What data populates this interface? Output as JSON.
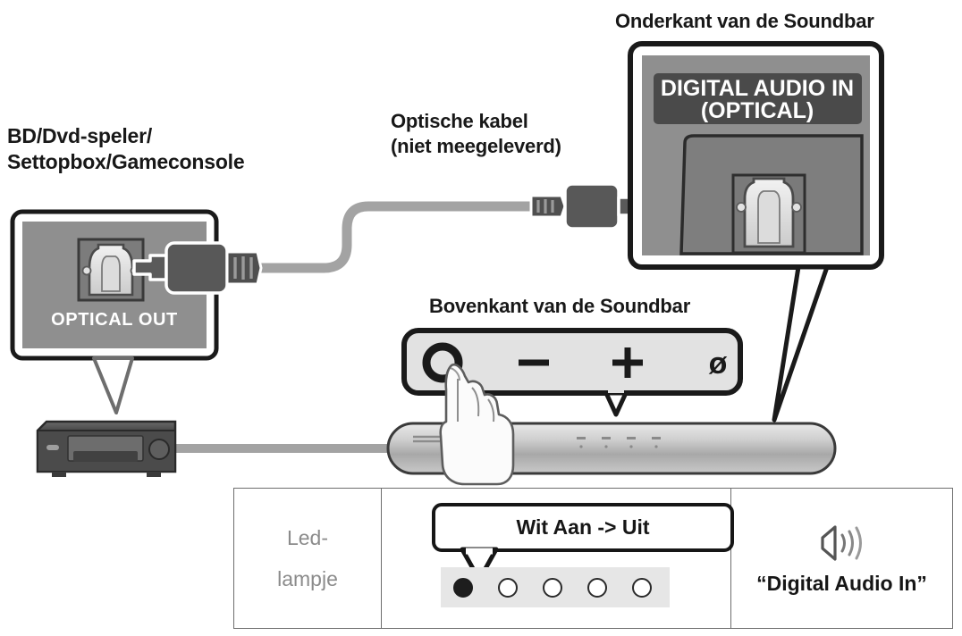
{
  "labels": {
    "source_device": "BD/Dvd-speler/\nSettopbox/Gameconsole",
    "optical_cable": "Optische kabel\n(niet meegeleverd)",
    "soundbar_bottom": "Onderkant van de Soundbar",
    "soundbar_top": "Bovenkant van de Soundbar"
  },
  "source_panel": {
    "port_label": "OPTICAL OUT",
    "port_icon": "toslink-optical-port-icon"
  },
  "soundbar_bottom_panel": {
    "port_label_line1": "DIGITAL AUDIO IN",
    "port_label_line2": "(OPTICAL)",
    "port_icon": "toslink-optical-port-icon"
  },
  "soundbar_top_panel": {
    "buttons": [
      {
        "name": "power-button",
        "glyph": "O"
      },
      {
        "name": "volume-down-button",
        "glyph": "−"
      },
      {
        "name": "volume-up-button",
        "glyph": "+"
      },
      {
        "name": "source-button",
        "glyph": "ø"
      }
    ],
    "pointer_icon": "hand-pointing-finger-icon",
    "pointer_target": "power-button"
  },
  "table": {
    "row_label": [
      "Led-",
      "lampje"
    ],
    "led_callout_text": "Wit Aan -> Uit",
    "leds": [
      {
        "state": "on"
      },
      {
        "state": "off"
      },
      {
        "state": "off"
      },
      {
        "state": "off"
      },
      {
        "state": "off"
      }
    ],
    "audio_message": "“Digital Audio In”",
    "audio_icon": "speaker-sound-waves-icon"
  },
  "colors": {
    "panel_fill": "#8f8f8f",
    "panel_dark_fill": "#4a4a4a",
    "panel_outline": "#1a1a1a",
    "cable": "#a3a3a3",
    "connector": "#575757",
    "soundbar_body": "#b9b9b9",
    "player_body": "#4e4e4e",
    "led_strip_bg": "#e6e6e6",
    "table_border": "#6e6e6e",
    "label_text": "#181818",
    "muted_text": "#8b8b8b"
  }
}
